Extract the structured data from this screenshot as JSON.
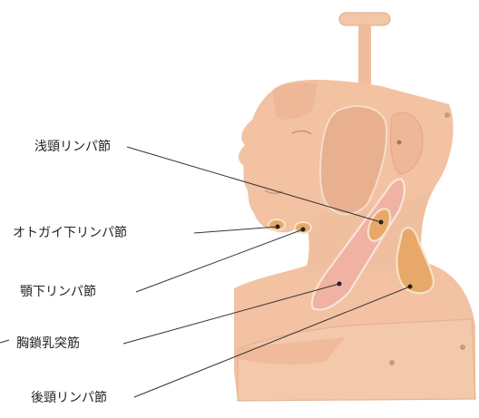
{
  "labels": {
    "superficial_cervical": "浅頸リンパ節",
    "mental": "オトガイ下リンパ節",
    "submandibular": "顎下リンパ節",
    "sternocleidomastoid": "胸鎖乳突筋",
    "posterior_cervical": "後頸リンパ節"
  },
  "colors": {
    "skin": "#f2c2a2",
    "skin_shadow": "#e3a98a",
    "node_fill": "#e8a86a",
    "node_outline": "#f7e2c8",
    "muscle": "#f0b2a2",
    "leader_line": "#333333"
  }
}
